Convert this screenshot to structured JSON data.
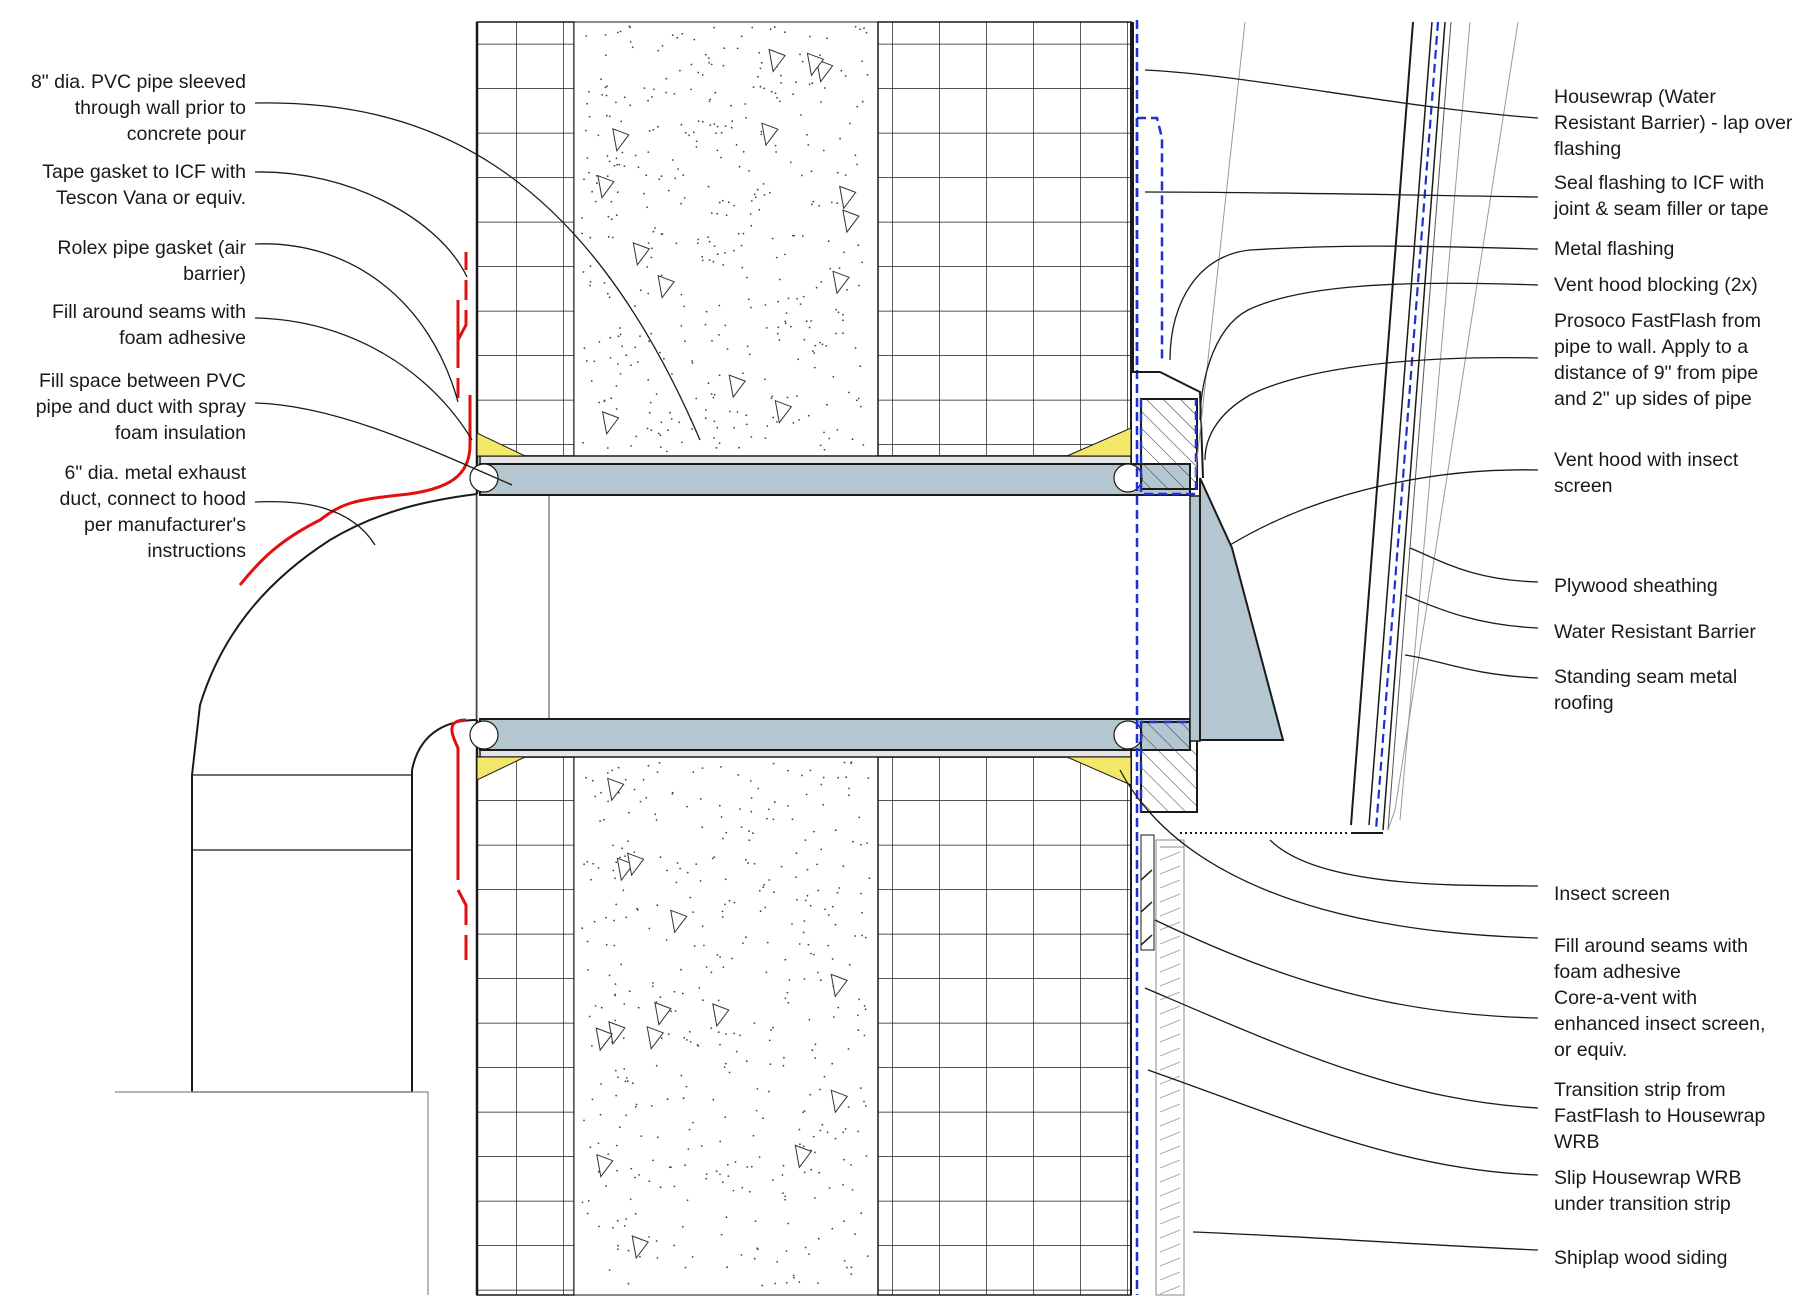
{
  "diagram": {
    "left_labels": [
      {
        "id": "pvc-sleeve",
        "lines": [
          "8\" dia. PVC pipe sleeved",
          "through wall prior to",
          "concrete pour"
        ]
      },
      {
        "id": "tape-gasket",
        "lines": [
          "Tape gasket to ICF with",
          "Tescon Vana or equiv."
        ]
      },
      {
        "id": "rolex-gasket",
        "lines": [
          "Rolex pipe gasket (air",
          "barrier)"
        ]
      },
      {
        "id": "foam-adhesive-top",
        "lines": [
          "Fill around seams with",
          "foam adhesive"
        ]
      },
      {
        "id": "spray-foam",
        "lines": [
          "Fill space between PVC",
          "pipe and duct with spray",
          "foam insulation"
        ]
      },
      {
        "id": "exhaust-duct",
        "lines": [
          "6\" dia. metal exhaust",
          "duct, connect to hood",
          "per manufacturer's",
          "instructions"
        ]
      }
    ],
    "right_labels": [
      {
        "id": "housewrap",
        "lines": [
          "Housewrap (Water",
          "Resistant Barrier) - lap over",
          "flashing"
        ]
      },
      {
        "id": "seal-flashing",
        "lines": [
          "Seal flashing to ICF with",
          "joint & seam filler or tape"
        ]
      },
      {
        "id": "metal-flashing",
        "lines": [
          "Metal flashing"
        ]
      },
      {
        "id": "vent-blocking",
        "lines": [
          "Vent hood blocking (2x)"
        ]
      },
      {
        "id": "fastflash",
        "lines": [
          "Prosoco FastFlash from",
          "pipe to wall. Apply to a",
          "distance of 9\" from pipe",
          "and 2\" up sides of pipe"
        ]
      },
      {
        "id": "vent-hood",
        "lines": [
          "Vent hood with insect",
          "screen"
        ]
      },
      {
        "id": "plywood",
        "lines": [
          "Plywood sheathing"
        ]
      },
      {
        "id": "wrb",
        "lines": [
          "Water Resistant Barrier"
        ]
      },
      {
        "id": "roofing",
        "lines": [
          "Standing seam metal",
          "roofing"
        ]
      },
      {
        "id": "insect-screen",
        "lines": [
          "Insect screen"
        ]
      },
      {
        "id": "foam-adhesive-bottom",
        "lines": [
          "Fill around seams with",
          "foam adhesive"
        ]
      },
      {
        "id": "core-a-vent",
        "lines": [
          "Core-a-vent with",
          "enhanced insect screen,",
          "or equiv."
        ]
      },
      {
        "id": "transition-strip",
        "lines": [
          "Transition strip from",
          "FastFlash to Housewrap",
          "WRB"
        ]
      },
      {
        "id": "slip-housewrap",
        "lines": [
          "Slip Housewrap WRB",
          "under transition strip"
        ]
      },
      {
        "id": "siding",
        "lines": [
          "Shiplap wood siding"
        ]
      }
    ],
    "colors": {
      "line": "#1a1a1a",
      "red_gasket": "#e01010",
      "blue_wrb": "#1f2fd0",
      "pipe_fill": "#b4c6d0",
      "foam_yellow": "#f3e86a",
      "thin_line": "#888888"
    }
  }
}
